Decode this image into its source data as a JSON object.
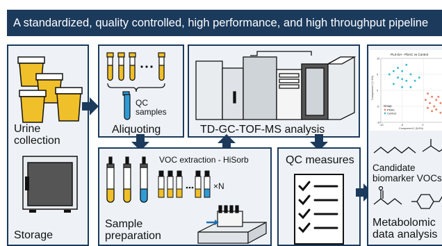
{
  "banner": {
    "title": "A standardized, quality controlled, high performance, and high throughput pipeline"
  },
  "collection": {
    "urine_label_1": "Urine",
    "urine_label_2": "collection",
    "storage_label": "Storage"
  },
  "aliquoting": {
    "qc_1": "QC",
    "qc_2": "samples",
    "label": "Aliquoting"
  },
  "analysis": {
    "label": "TD-GC-TOF-MS analysis"
  },
  "prep": {
    "voc_label": "VOC extraction - HiSorb",
    "times_n": "×N",
    "label_1": "Sample",
    "label_2": "preparation"
  },
  "qc": {
    "label": "QC measures"
  },
  "results": {
    "plot_title": "PLS-DA - PDAC vs Control",
    "xlabel": "Component 1 (5.6%)",
    "ylabel": "Component 2 (7.4%)",
    "legend_title": "Group",
    "legend_items": [
      "PDAC",
      "Control"
    ],
    "candidate_1": "Candidate",
    "candidate_2": "biomarker VOCs",
    "metab_1": "Metabolomic",
    "metab_2": "data analysis"
  },
  "colors": {
    "navy": "#1b3a5c",
    "urine": "#f0c02a",
    "blue_liquid": "#2d9cd6",
    "pdac": "#e8856b",
    "control": "#3bbfcf"
  },
  "chart_data": {
    "type": "scatter",
    "title": "PLS-DA - PDAC vs Control",
    "xlabel": "Component 1 (5.6%)",
    "ylabel": "Component 2 (7.4%)",
    "xlim": [
      -10,
      5
    ],
    "ylim": [
      -10,
      10
    ],
    "x_ticks": [
      "-10",
      "-5",
      "0",
      "5"
    ],
    "y_ticks": [
      "10",
      "5",
      "0",
      "-5",
      "-10"
    ],
    "series": [
      {
        "name": "PDAC",
        "points": [
          [
            1,
            -1
          ],
          [
            2,
            -2
          ],
          [
            3,
            -3
          ],
          [
            1.5,
            -4
          ],
          [
            2.5,
            -5
          ],
          [
            3,
            -6
          ],
          [
            4,
            -4
          ],
          [
            0.5,
            -3
          ],
          [
            2,
            -6.5
          ],
          [
            3.5,
            -2
          ],
          [
            1,
            -5.5
          ],
          [
            4,
            -7
          ]
        ]
      },
      {
        "name": "Control",
        "points": [
          [
            -6,
            4
          ],
          [
            -5,
            6
          ],
          [
            -4,
            3
          ],
          [
            -7,
            2
          ],
          [
            -3,
            5
          ],
          [
            -5,
            1
          ],
          [
            -4,
            8
          ],
          [
            -6,
            7
          ],
          [
            -2,
            3
          ],
          [
            -8,
            5
          ],
          [
            -3,
            1
          ],
          [
            -5,
            3.5
          ],
          [
            -1,
            4
          ],
          [
            -7,
            6
          ]
        ]
      }
    ]
  }
}
